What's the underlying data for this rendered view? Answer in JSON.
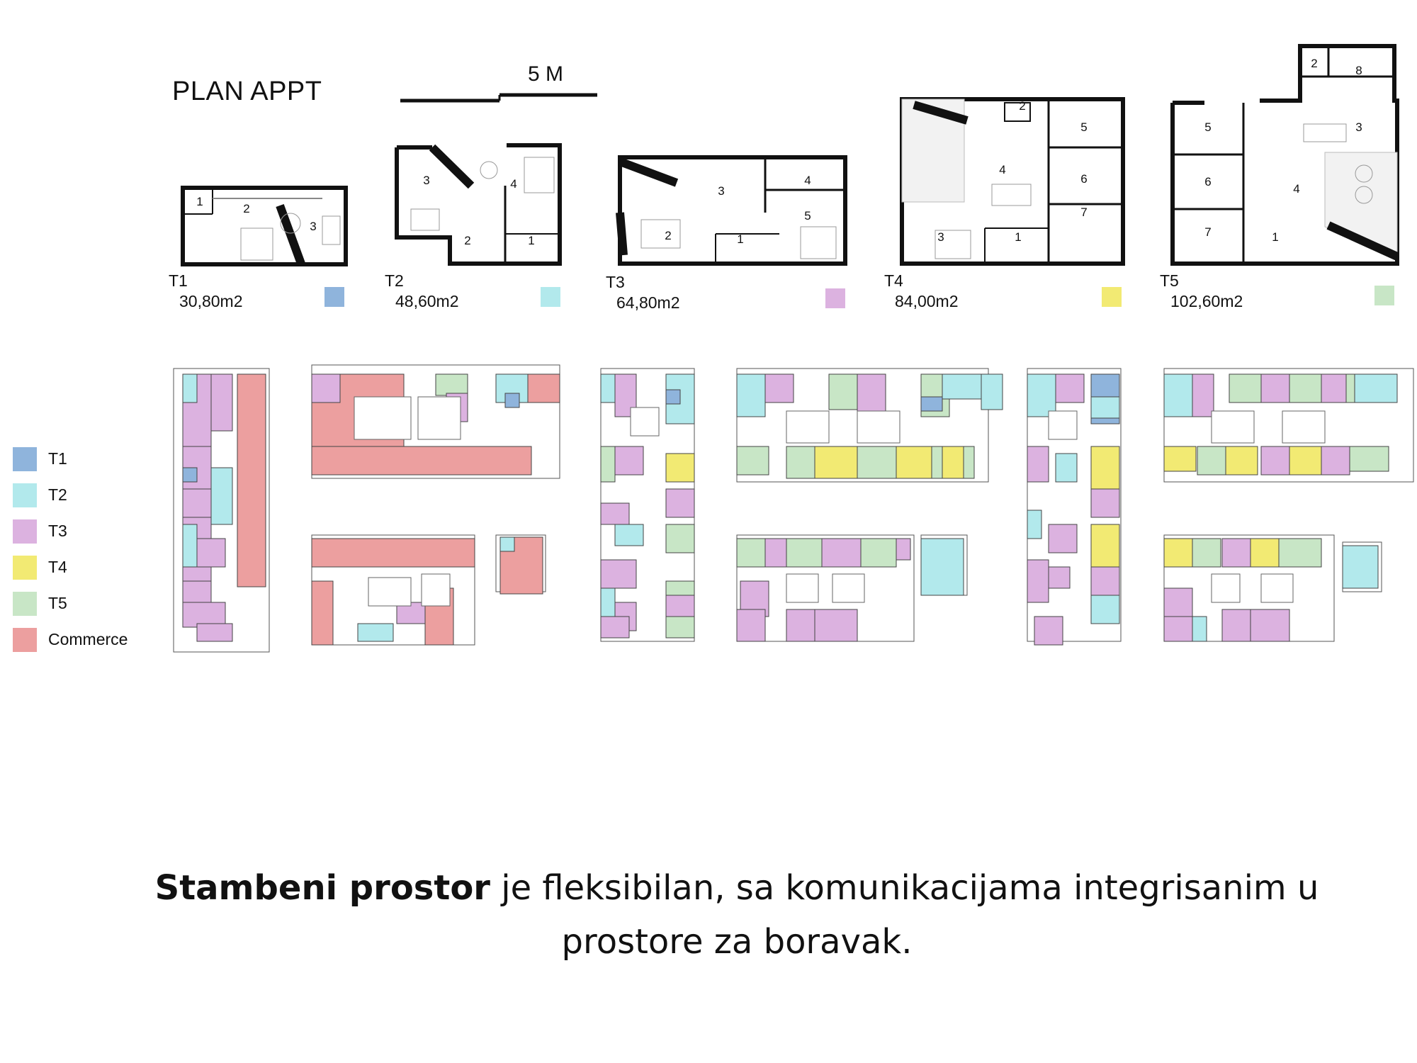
{
  "header": {
    "title": "PLAN APPT",
    "scale_label": "5 M"
  },
  "apartments": [
    {
      "code": "T1",
      "area": "30,80m2",
      "color": "#8fb4dc",
      "room_numbers": [
        "1",
        "2",
        "3"
      ]
    },
    {
      "code": "T2",
      "area": "48,60m2",
      "color": "#b2e9ec",
      "room_numbers": [
        "3",
        "4",
        "2",
        "1"
      ]
    },
    {
      "code": "T3",
      "area": "64,80m2",
      "color": "#dcb2e0",
      "room_numbers": [
        "3",
        "4",
        "5",
        "2",
        "1"
      ]
    },
    {
      "code": "T4",
      "area": "84,00m2",
      "color": "#f2ea73",
      "room_numbers": [
        "2",
        "5",
        "4",
        "6",
        "7",
        "3",
        "1"
      ]
    },
    {
      "code": "T5",
      "area": "102,60m2",
      "color": "#c8e6c6",
      "room_numbers": [
        "2",
        "8",
        "5",
        "3",
        "6",
        "4",
        "7",
        "1"
      ]
    }
  ],
  "legend": [
    {
      "label": "T1",
      "color": "#8fb4dc"
    },
    {
      "label": "T2",
      "color": "#b2e9ec"
    },
    {
      "label": "T3",
      "color": "#dcb2e0"
    },
    {
      "label": "T4",
      "color": "#f2ea73"
    },
    {
      "label": "T5",
      "color": "#c8e6c6"
    },
    {
      "label": "Commerce",
      "color": "#ec9f9f"
    }
  ],
  "caption": {
    "bold": "Stambeni prostor",
    "rest_line1": " je fleksibilan, sa komunikacijama integrisanim u",
    "line2": "prostore za boravak."
  }
}
